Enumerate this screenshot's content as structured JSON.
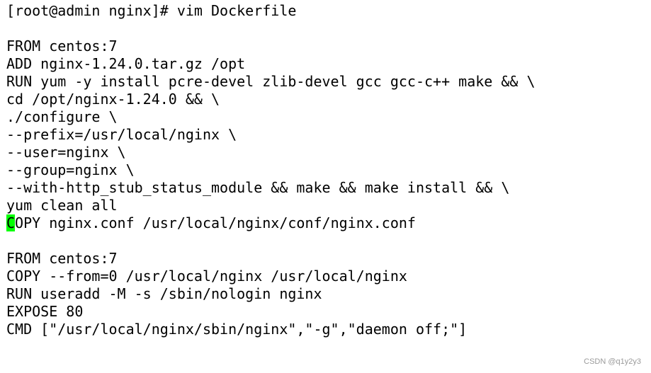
{
  "terminal": {
    "lines": [
      "[root@admin nginx]# vim Dockerfile",
      "",
      "FROM centos:7",
      "ADD nginx-1.24.0.tar.gz /opt",
      "RUN yum -y install pcre-devel zlib-devel gcc gcc-c++ make && \\",
      "cd /opt/nginx-1.24.0 && \\",
      "./configure \\",
      "--prefix=/usr/local/nginx \\",
      "--user=nginx \\",
      "--group=nginx \\",
      "--with-http_stub_status_module && make && make install && \\",
      "yum clean all",
      "",
      "",
      "FROM centos:7",
      "COPY --from=0 /usr/local/nginx /usr/local/nginx",
      "RUN useradd -M -s /sbin/nologin nginx",
      "EXPOSE 80",
      "CMD [\"/usr/local/nginx/sbin/nginx\",\"-g\",\"daemon off;\"]"
    ],
    "cursor_line": {
      "cursor_char": "C",
      "rest": "OPY nginx.conf /usr/local/nginx/conf/nginx.conf"
    }
  },
  "watermark": "CSDN @q1y2y3",
  "colors": {
    "background": "#ffffff",
    "text": "#000000",
    "cursor": "#00ff00",
    "watermark": "#9a9a9a"
  }
}
